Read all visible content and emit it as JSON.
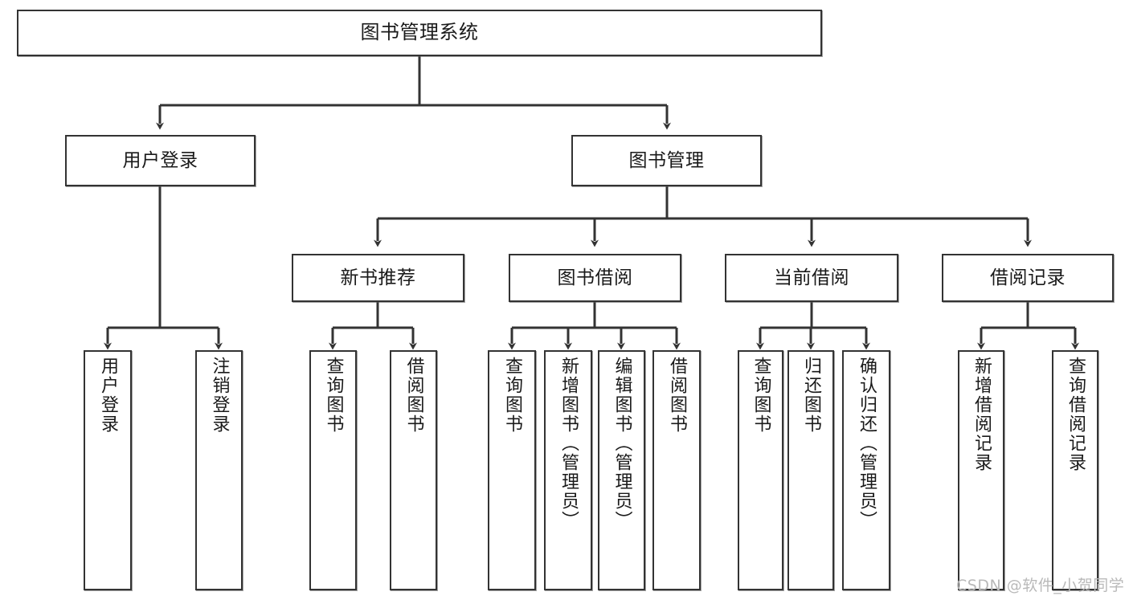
{
  "diagram": {
    "type": "tree-hierarchy",
    "title": "图书管理系统",
    "orientation": "top-down",
    "watermark": "CSDN @软件_小贺同学",
    "colors": {
      "box_border": "#333333",
      "box_fill": "#ffffff",
      "connector": "#333333",
      "text": "#1a1a1a",
      "watermark": "#b9b9b9"
    },
    "levels": [
      {
        "level": 1,
        "nodes": [
          {
            "id": "root",
            "label": "图书管理系统"
          }
        ]
      },
      {
        "level": 2,
        "nodes": [
          {
            "id": "login",
            "label": "用户登录",
            "parent": "root"
          },
          {
            "id": "bookmgmt",
            "label": "图书管理",
            "parent": "root"
          }
        ]
      },
      {
        "level": 3,
        "nodes": [
          {
            "id": "newbook",
            "label": "新书推荐",
            "parent": "bookmgmt"
          },
          {
            "id": "borrow",
            "label": "图书借阅",
            "parent": "bookmgmt"
          },
          {
            "id": "current",
            "label": "当前借阅",
            "parent": "bookmgmt"
          },
          {
            "id": "records",
            "label": "借阅记录",
            "parent": "bookmgmt"
          }
        ]
      },
      {
        "level": 4,
        "nodes": [
          {
            "id": "leaf1",
            "label": "用户登录",
            "parent": "login"
          },
          {
            "id": "leaf2",
            "label": "注销登录",
            "parent": "login"
          },
          {
            "id": "leaf3",
            "label": "查询图书",
            "parent": "newbook"
          },
          {
            "id": "leaf4",
            "label": "借阅图书",
            "parent": "newbook"
          },
          {
            "id": "leaf5",
            "label": "查询图书",
            "parent": "borrow"
          },
          {
            "id": "leaf6",
            "label": "新增图书（管理员）",
            "parent": "borrow"
          },
          {
            "id": "leaf7",
            "label": "编辑图书（管理员）",
            "parent": "borrow"
          },
          {
            "id": "leaf8",
            "label": "借阅图书",
            "parent": "borrow"
          },
          {
            "id": "leaf9",
            "label": "查询图书",
            "parent": "current"
          },
          {
            "id": "leaf10",
            "label": "归还图书",
            "parent": "current"
          },
          {
            "id": "leaf11",
            "label": "确认归还（管理员）",
            "parent": "current"
          },
          {
            "id": "leaf12",
            "label": "新增借阅记录",
            "parent": "records"
          },
          {
            "id": "leaf13",
            "label": "查询借阅记录",
            "parent": "records"
          }
        ]
      }
    ]
  }
}
